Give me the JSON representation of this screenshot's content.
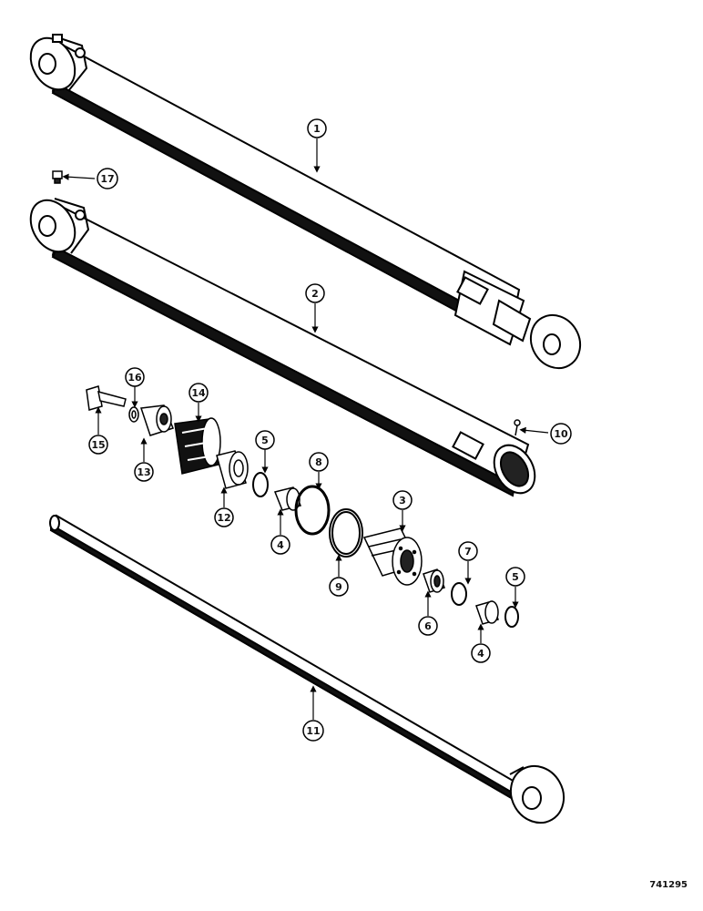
{
  "figure_number": "741295",
  "callouts": [
    {
      "id": "1",
      "label": "1"
    },
    {
      "id": "2",
      "label": "2"
    },
    {
      "id": "3",
      "label": "3"
    },
    {
      "id": "4a",
      "label": "4"
    },
    {
      "id": "4b",
      "label": "4"
    },
    {
      "id": "5a",
      "label": "5"
    },
    {
      "id": "5b",
      "label": "5"
    },
    {
      "id": "6",
      "label": "6"
    },
    {
      "id": "7",
      "label": "7"
    },
    {
      "id": "8",
      "label": "8"
    },
    {
      "id": "9",
      "label": "9"
    },
    {
      "id": "10",
      "label": "10"
    },
    {
      "id": "11",
      "label": "11"
    },
    {
      "id": "12",
      "label": "12"
    },
    {
      "id": "13",
      "label": "13"
    },
    {
      "id": "14",
      "label": "14"
    },
    {
      "id": "15",
      "label": "15"
    },
    {
      "id": "16",
      "label": "16"
    },
    {
      "id": "17",
      "label": "17"
    }
  ]
}
